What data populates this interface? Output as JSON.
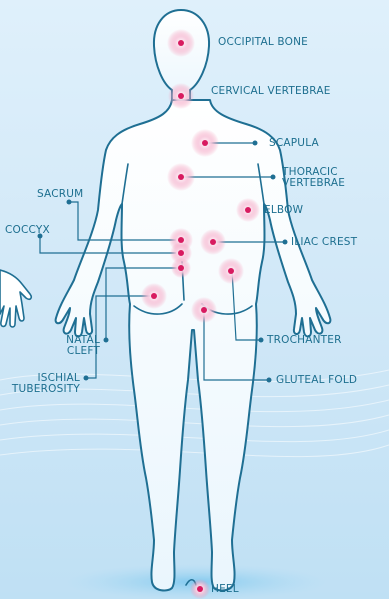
{
  "labels": {
    "occipital_bone": "OCCIPITAL BONE",
    "cervical_vertebrae": "CERVICAL VERTEBRAE",
    "scapula": "SCAPULA",
    "thoracic_line1": "THORACIC",
    "thoracic_line2": "VERTEBRAE",
    "sacrum": "SACRUM",
    "elbow": "ELBOW",
    "coccyx": "COCCYX",
    "iliac_crest": "ILIAC CREST",
    "natal_line1": "NATAL",
    "natal_line2": "CLEFT",
    "trochanter": "TROCHANTER",
    "ischial_line1": "ISCHIAL",
    "ischial_line2": "TUBEROSITY",
    "gluteal_fold": "GLUTEAL FOLD",
    "heel": "HEEL"
  },
  "colors": {
    "outline": "#1f6f93",
    "label": "#1d6f8f",
    "point": "#d81b60",
    "glow": "#f48fb1"
  }
}
